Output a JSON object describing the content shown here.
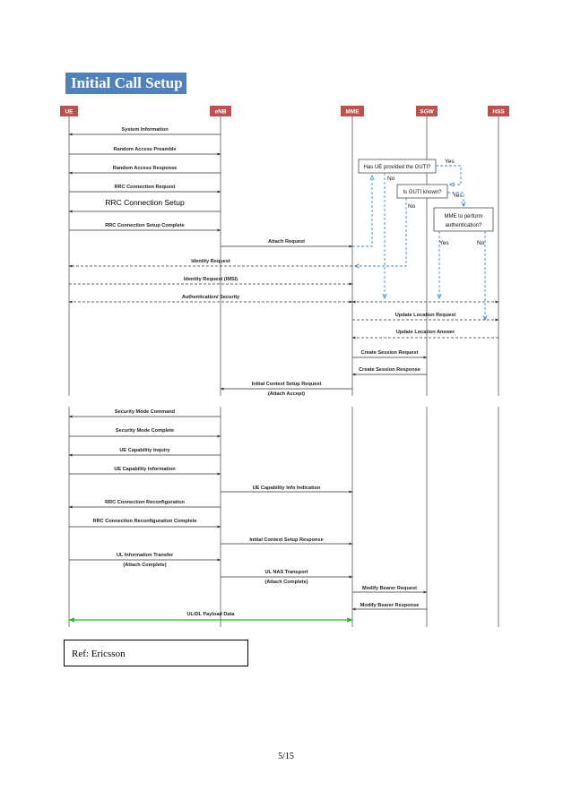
{
  "title": "Initial Call Setup",
  "entities": [
    "UE",
    "eNB",
    "MME",
    "SGW",
    "HSS"
  ],
  "messages": [
    {
      "text": "System Information"
    },
    {
      "text": "Random Access Preamble"
    },
    {
      "text": "Random Access Response"
    },
    {
      "text": "RRC Connection Request"
    },
    {
      "text": "RRC Connection Setup"
    },
    {
      "text": "RRC Connection Setup Complete"
    },
    {
      "text": "Attach Request"
    },
    {
      "text": "Identity Request"
    },
    {
      "text": "Identity Request (IMSI)"
    },
    {
      "text": "Authentication/ Security"
    },
    {
      "text": "Update Location Request"
    },
    {
      "text": "Update Location Answer"
    },
    {
      "text": "Create Session Request"
    },
    {
      "text": "Create Session Response"
    },
    {
      "text": "Initial Context Setup Request"
    },
    {
      "text": "(Attach Accept)"
    },
    {
      "text": "Security Mode Command"
    },
    {
      "text": "Security Mode Complete"
    },
    {
      "text": "UE Capability Inquiry"
    },
    {
      "text": "UE Capability Information"
    },
    {
      "text": "UE Capability Info Indication"
    },
    {
      "text": "RRC Connection Reconfiguration"
    },
    {
      "text": "RRC Connection Reconfiguration Complete"
    },
    {
      "text": "Initial Context Setup Response"
    },
    {
      "text": "UL Information Transfer"
    },
    {
      "text": "(Attach Complete)"
    },
    {
      "text": "UL NAS Transport"
    },
    {
      "text": "(Attach Complete)"
    },
    {
      "text": "Modify Bearer Request"
    },
    {
      "text": "Modify Bearer Response"
    },
    {
      "text": "UL/DL Payload Data"
    }
  ],
  "decisions": [
    {
      "text": "Has UE provided the GUTI?"
    },
    {
      "text": "Is GUTI known?"
    },
    {
      "text": "MME to perform"
    },
    {
      "text": "authentication?"
    }
  ],
  "branch_labels": [
    "Yes",
    "No",
    "Yes",
    "No",
    "Yes",
    "No"
  ],
  "ref": "Ref: Ericsson",
  "page_number": "5/15",
  "colors": {
    "title_bg": "#4f81bd",
    "entity_bg": "#c0504d",
    "decision_line": "#4a86c8",
    "payload_line": "#22bb22"
  }
}
